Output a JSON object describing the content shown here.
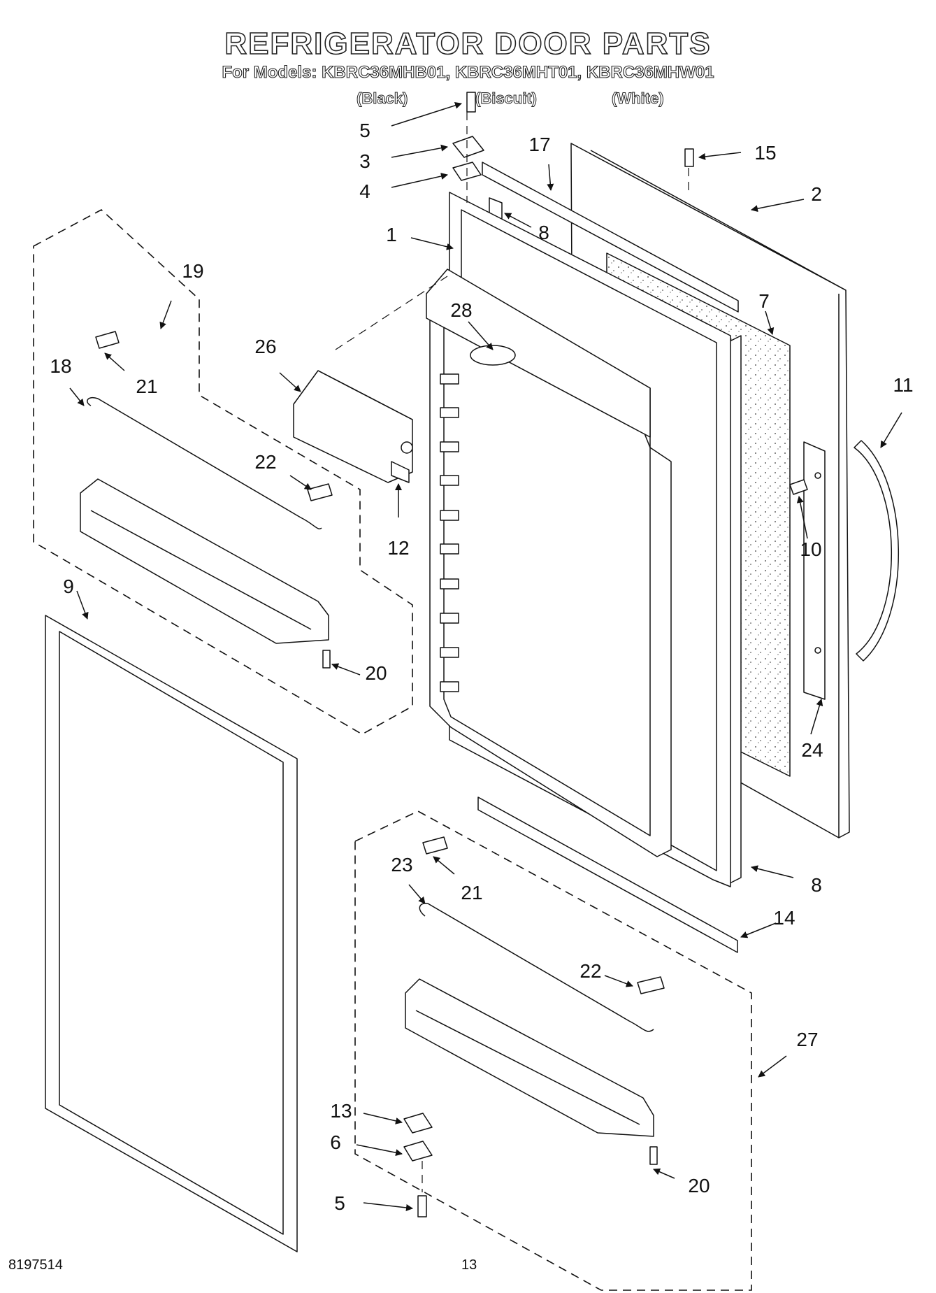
{
  "header": {
    "title": "REFRIGERATOR DOOR PARTS",
    "models_line": "For Models: KBRC36MHB01, KBRC36MHT01, KBRC36MHW01",
    "variants": [
      "(Black)",
      "(Biscuit)",
      "(White)"
    ]
  },
  "callouts": {
    "c1": "1",
    "c2": "2",
    "c3": "3",
    "c4": "4",
    "c5_top": "5",
    "c5_bottom": "5",
    "c6": "6",
    "c7": "7",
    "c8_top": "8",
    "c8_bottom": "8",
    "c9": "9",
    "c10": "10",
    "c11": "11",
    "c12": "12",
    "c13": "13",
    "c14": "14",
    "c15": "15",
    "c17": "17",
    "c18": "18",
    "c19": "19",
    "c20_upper": "20",
    "c20_lower": "20",
    "c21_upper": "21",
    "c21_lower": "21",
    "c22_upper": "22",
    "c22_lower": "22",
    "c23": "23",
    "c24": "24",
    "c26": "26",
    "c27": "27",
    "c28": "28"
  },
  "footer": {
    "part_number": "8197514",
    "page_number": "13"
  }
}
